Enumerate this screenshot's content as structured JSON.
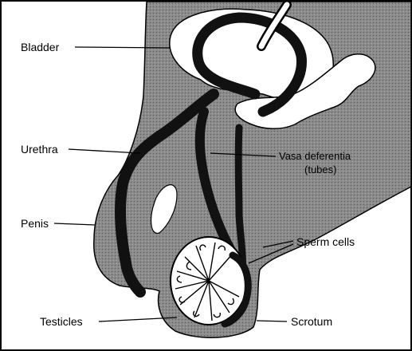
{
  "diagram": {
    "labels": {
      "bladder": "Bladder",
      "urethra": "Urethra",
      "penis": "Penis",
      "testicles": "Testicles",
      "vasa_line1": "Vasa deferentia",
      "vasa_line2": "(tubes)",
      "sperm_cells": "Sperm cells",
      "scrotum": "Scrotum"
    }
  }
}
